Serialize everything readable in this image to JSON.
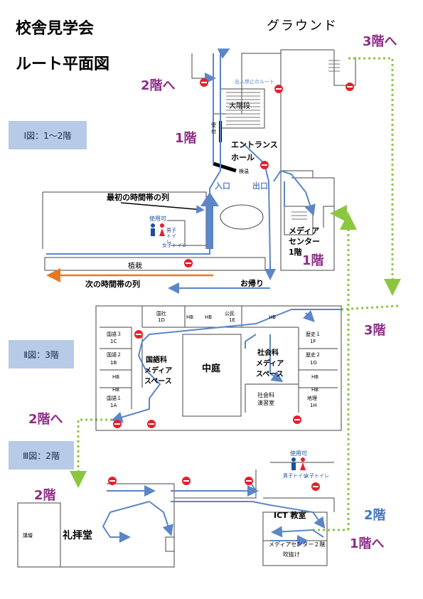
{
  "title": {
    "line1": "校舎見学会",
    "line2": "ルート平面図"
  },
  "ground": "グラウンド",
  "panels": {
    "fig1": "Ⅰ図：1～2階",
    "fig2": "Ⅱ図：3階",
    "fig3": "Ⅲ図：2階"
  },
  "floor_labels": {
    "to3_top": "3階へ",
    "to2_top": "2階へ",
    "f1_top": "1階",
    "f1_mid": "1階",
    "f3_right": "3階",
    "to2_left": "2階へ",
    "f2_left": "2階",
    "f2_right": "2階",
    "to1_bottom": "1階へ"
  },
  "rooms": {
    "daikaidan": "大階段",
    "uketsuke": "受付",
    "entrance1": "エントランス",
    "entrance2": "ホール",
    "kenon": "検温",
    "iriguchi": "入口",
    "deguchi": "出口",
    "first_line": "最初の時間帯の列",
    "shiyouka1": "使用可",
    "danshi": "男子トイレ",
    "joshi": "女子トイレ",
    "shokusai": "植栽",
    "next_line": "次の時間帯の列",
    "okaeri": "お帰り",
    "media1a": "メディア",
    "media1b": "センター",
    "media1c": "1階",
    "kokusha": "国社",
    "r1D": "1D",
    "koumin": "公民",
    "r1E": "1E",
    "hb": "HB",
    "kokugo3": "国語３",
    "r1C": "1C",
    "kokugo2": "国語２",
    "r1B": "1B",
    "kokugo1": "国語１",
    "r1A": "1A",
    "rekishi1": "歴史１",
    "r1F": "1F",
    "rekishi2": "歴史２",
    "r1G": "1G",
    "chiri": "地理",
    "r1H": "1H",
    "kokugoka1": "国語科",
    "kokugoka2": "メディア",
    "kokugoka3": "スペース",
    "nakaniwa": "中庭",
    "shakai1": "社会科",
    "shakai2": "メディア",
    "shakai3": "スペース",
    "enshu1": "社会科",
    "enshu2": "演習室",
    "shiyouka2": "使用可",
    "reihaido": "礼拝堂",
    "kodan": "講壇",
    "ict": "ICT 教室",
    "media2": "メディアセンター２階",
    "fukinuke": "吹抜け",
    "dentation": "出入禁止のルート"
  },
  "colors": {
    "route": "#5b86c7",
    "green": "#8cc63f",
    "orange": "#e87722",
    "purple": "#8e2d86",
    "stop": "#e4202e"
  }
}
